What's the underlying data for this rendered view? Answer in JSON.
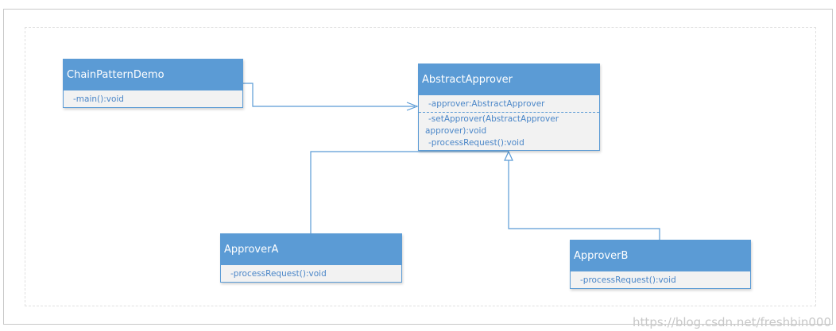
{
  "classes": {
    "chain_pattern_demo": {
      "name": "ChainPatternDemo",
      "methods": [
        "-main():void"
      ]
    },
    "abstract_approver": {
      "name": "AbstractApprover",
      "attributes": [
        "-approver:AbstractApprover"
      ],
      "methods": [
        "-setApprover(AbstractApprover",
        "approver):void",
        "-processRequest():void"
      ]
    },
    "approver_a": {
      "name": "ApproverA",
      "methods": [
        "-processRequest():void"
      ]
    },
    "approver_b": {
      "name": "ApproverB",
      "methods": [
        "-processRequest():void"
      ]
    }
  },
  "relations": [
    {
      "type": "association",
      "from": "ChainPatternDemo",
      "to": "AbstractApprover"
    },
    {
      "type": "generalization",
      "from": "ApproverA",
      "to": "AbstractApprover"
    },
    {
      "type": "generalization",
      "from": "ApproverB",
      "to": "AbstractApprover"
    }
  ],
  "colors": {
    "accent": "#5b9bd5",
    "box_fill": "#f2f2f2",
    "member_text": "#4a86c8"
  },
  "watermark": "https://blog.csdn.net/freshbin000"
}
